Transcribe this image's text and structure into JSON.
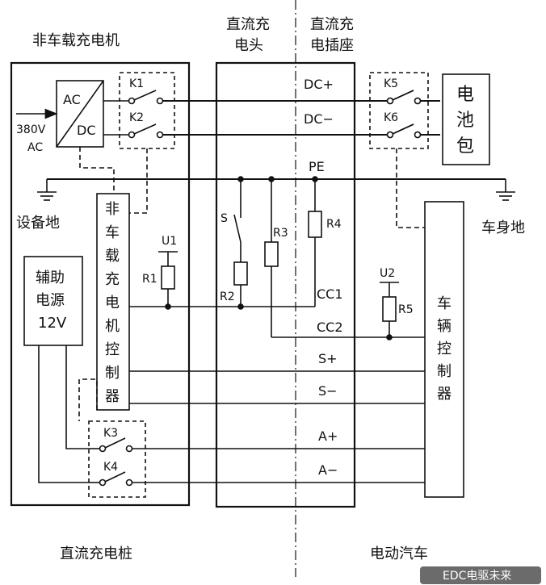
{
  "labels": {
    "offboard_charger": "非车载充电机",
    "dc_plug_line1": "直流充",
    "dc_plug_line2": "电头",
    "dc_socket_line1": "直流充",
    "dc_socket_line2": "电插座",
    "ac_in": "AC",
    "dc_out": "DC",
    "ac_voltage": "380V",
    "ac_voltage_unit": "AC",
    "k1": "K1",
    "k2": "K2",
    "k3": "K3",
    "k4": "K4",
    "k5": "K5",
    "k6": "K6",
    "dc_plus": "DC+",
    "dc_minus": "DC−",
    "pe": "PE",
    "battery": [
      "电",
      "池",
      "包"
    ],
    "equipment_ground": "设备地",
    "body_ground": "车身地",
    "controller": [
      "非",
      "车",
      "载",
      "充",
      "电",
      "机",
      "控",
      "制",
      "器"
    ],
    "u1": "U1",
    "u2": "U2",
    "r1": "R1",
    "r2": "R2",
    "r3": "R3",
    "r4": "R4",
    "r5": "R5",
    "s": "S",
    "cc1": "CC1",
    "cc2": "CC2",
    "s_plus": "S+",
    "s_minus": "S−",
    "a_plus": "A+",
    "a_minus": "A−",
    "aux_power": [
      "辅助",
      "电源",
      "12V"
    ],
    "vehicle_controller": [
      "车",
      "辆",
      "控",
      "制",
      "器"
    ],
    "dc_pile": "直流充电桩",
    "ev": "电动汽车",
    "watermark": "EDC电驱未来"
  },
  "colors": {
    "line": "#111111",
    "background": "#ffffff",
    "watermark_bg": "#3a3a3a"
  }
}
